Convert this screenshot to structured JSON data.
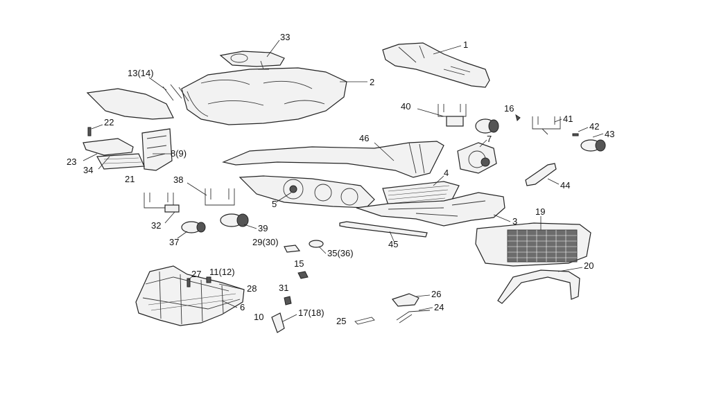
{
  "labels": {
    "p1": "1",
    "p2": "2",
    "p3": "3",
    "p4": "4",
    "p5": "5",
    "p6": "6",
    "p7": "7",
    "p8_9": "8(9)",
    "p10": "10",
    "p11_12": "11(12)",
    "p13_14": "13(14)",
    "p15": "15",
    "p16": "16",
    "p17_18": "17(18)",
    "p19": "19",
    "p20": "20",
    "p21": "21",
    "p22": "22",
    "p23": "23",
    "p24": "24",
    "p25": "25",
    "p26": "26",
    "p27": "27",
    "p28": "28",
    "p29_30": "29(30)",
    "p31": "31",
    "p32": "32",
    "p33": "33",
    "p34": "34",
    "p35_36": "35(36)",
    "p37": "37",
    "p38": "38",
    "p39": "39",
    "p40": "40",
    "p41": "41",
    "p42": "42",
    "p43": "43",
    "p44": "44",
    "p45": "45",
    "p46": "46"
  }
}
